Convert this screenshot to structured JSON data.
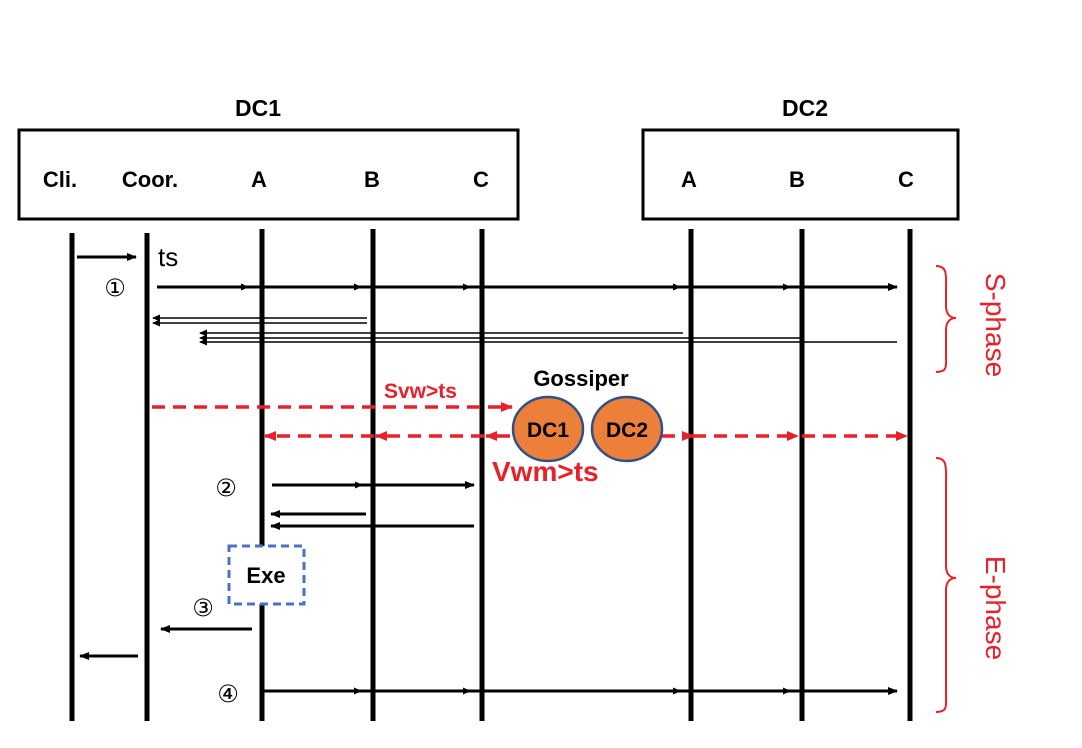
{
  "dc1": {
    "title": "DC1",
    "columns": [
      "Cli.",
      "Coor.",
      "A",
      "B",
      "C"
    ]
  },
  "dc2": {
    "title": "DC2",
    "columns": [
      "A",
      "B",
      "C"
    ]
  },
  "labels": {
    "ts": "ts",
    "step1": "①",
    "step2": "②",
    "step3": "③",
    "step4": "④",
    "svw": "Svw>ts",
    "vwm": "Vwm>ts",
    "gossiper": "Gossiper",
    "gossip_dc1": "DC1",
    "gossip_dc2": "DC2",
    "exe": "Exe"
  },
  "phases": {
    "s_phase": "S-phase",
    "e_phase": "E-phase"
  },
  "colors": {
    "line": "#000000",
    "red": "#e8202a",
    "gossip_fill": "#ec7f3a",
    "gossip_stroke": "#2f4f8a",
    "exe_border": "#4a72c4"
  }
}
